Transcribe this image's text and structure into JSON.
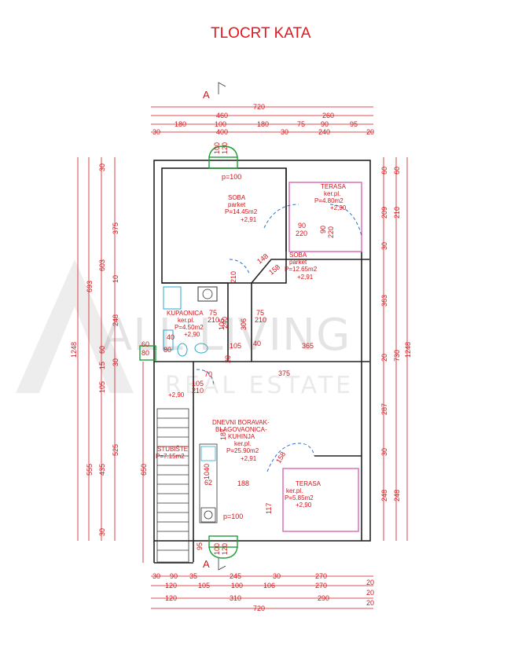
{
  "title": "TLOCRT KATA",
  "watermark": {
    "line1": "ALL LIVING",
    "line2": "REAL ESTATE"
  },
  "section": {
    "top": "A",
    "bottom": "A"
  },
  "rooms": [
    {
      "name": "SOBA",
      "floor": "parket",
      "area": "P=14.45m2",
      "level": "+2,91"
    },
    {
      "name": "TERASA",
      "floor": "ker.pl.",
      "area": "P=4.80m2",
      "level": "+2,90"
    },
    {
      "name": "SOBA",
      "floor": "parket",
      "area": "P=12.65m2",
      "level": "+2,91"
    },
    {
      "name": "KUPAONICA",
      "floor": "ker.pl.",
      "area": "P=4.50m2",
      "level": "+2,90"
    },
    {
      "name": "DNEVNI BORAVAK-",
      "name2": "BLAGOVAONICA-",
      "name3": "KUHINJA",
      "floor": "ker.pl.",
      "area": "P=25.90m2",
      "level": "+2,91"
    },
    {
      "name": "STUBIŠTE",
      "area": "P=7.15m2",
      "level": "+2,90"
    },
    {
      "name": "TERASA",
      "floor": "ker.pl.",
      "area": "P=5.85m2",
      "level": "+2,90"
    }
  ],
  "dims": {
    "top_total": "720",
    "top_row2": [
      "460",
      "260"
    ],
    "top_row3": [
      "180",
      "100",
      "180",
      "75",
      "90",
      "95"
    ],
    "top_row4": [
      "30",
      "400",
      "30",
      "240",
      "20"
    ],
    "bottom_row1": [
      "30",
      "90",
      "35",
      "245",
      "30",
      "270",
      "20"
    ],
    "bottom_row2": [
      "120",
      "105",
      "100",
      "106",
      "270",
      "20"
    ],
    "bottom_row3": [
      "120",
      "310",
      "290",
      "20"
    ],
    "bottom_total": "720",
    "left_total": "1248",
    "left_a": [
      "693",
      "555"
    ],
    "left_b": [
      "30",
      "603",
      "60",
      "15",
      "105",
      "435",
      "30"
    ],
    "left_c": [
      "375",
      "10",
      "248",
      "30",
      "525"
    ],
    "left_d": "650",
    "right_a": [
      "60",
      "209",
      "30",
      "363",
      "20",
      "287",
      "30",
      "248"
    ],
    "right_b": [
      "60",
      "210",
      "730",
      "248"
    ],
    "right_total": "1248",
    "inner": [
      "100",
      "120",
      "p=100",
      "90",
      "220",
      "90",
      "220",
      "148",
      "158",
      "75",
      "210",
      "75",
      "210",
      "240",
      "306",
      "105",
      "365",
      "375",
      "40",
      "40",
      "60",
      "80",
      "105",
      "210",
      "70",
      "20",
      "188",
      "117",
      "62",
      "100",
      "120",
      "p=100",
      "95",
      "187",
      "158",
      "1040",
      "105",
      "210",
      "80"
    ]
  }
}
